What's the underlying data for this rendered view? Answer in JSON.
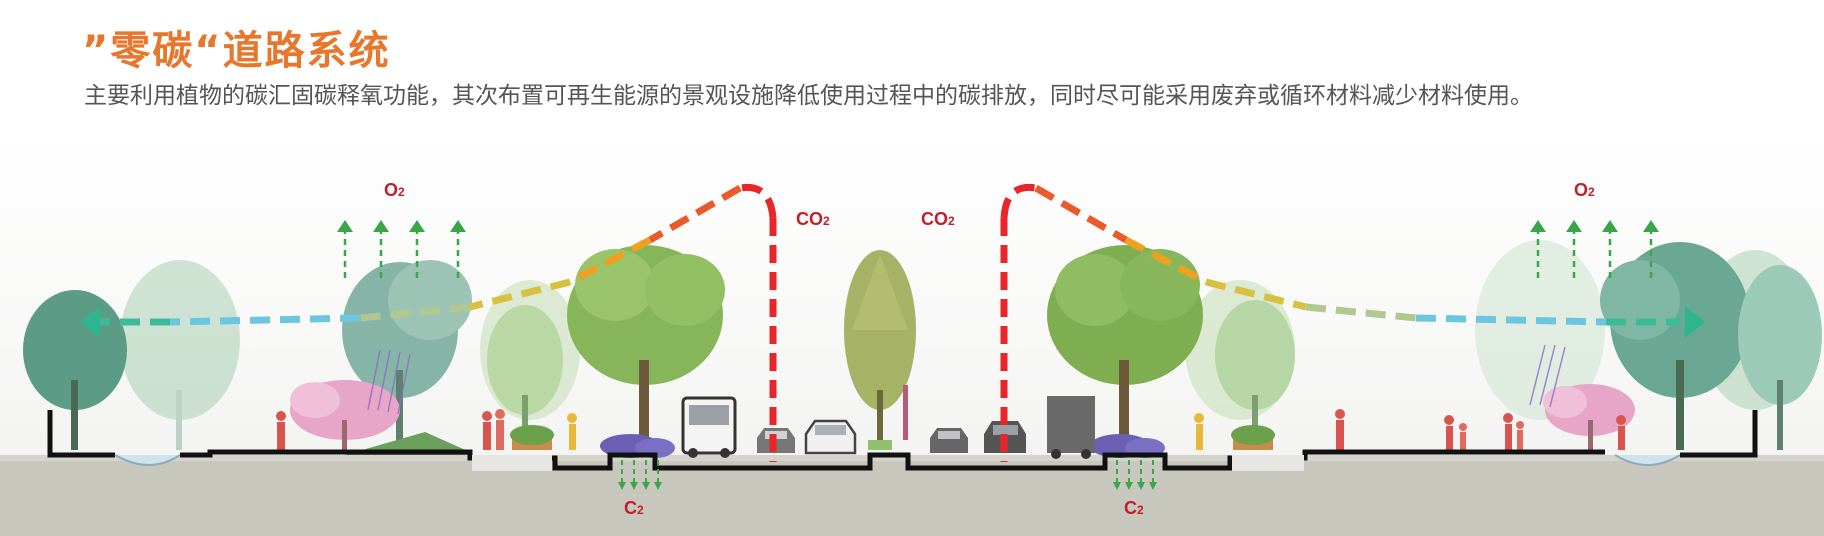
{
  "title": "”零碳“道路系统",
  "subtitle": "主要利用植物的碳汇固碳释氧功能，其次布置可再生能源的景观设施降低使用过程中的碳排放，同时尽可能采用废弃或循环材料减少材料使用。",
  "labels": {
    "o2_left": {
      "main": "O",
      "sub": "2"
    },
    "o2_right": {
      "main": "O",
      "sub": "2"
    },
    "co2_left": {
      "main": "CO",
      "sub": "2"
    },
    "co2_right": {
      "main": "CO",
      "sub": "2"
    },
    "c2_left": {
      "main": "C",
      "sub": "2"
    },
    "c2_right": {
      "main": "C",
      "sub": "2"
    }
  },
  "colors": {
    "title": "#e8772e",
    "label": "#c0202a",
    "co2_line": "#e8262a",
    "o2_arrow": "#3aa64a",
    "ground": "#c7c7bd"
  }
}
